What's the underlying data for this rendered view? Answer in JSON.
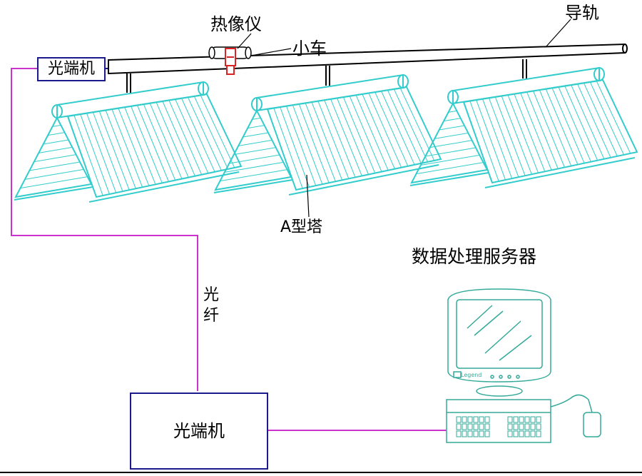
{
  "labels": {
    "thermal_camera": "热像仪",
    "cart": "小车",
    "guide_rail": "导轨",
    "optical_terminal_top": "光端机",
    "a_tower": "A型塔",
    "server": "数据处理服务器",
    "fiber_line1": "光",
    "fiber_line2": "纤",
    "optical_terminal_bottom": "光端机",
    "monitor_brand": "Legend"
  },
  "colors": {
    "panel": "#33cccc",
    "fiber": "#cc33cc",
    "box_border": "#1a1a8c",
    "camera": "#dd2222",
    "computer": "#33aa99"
  },
  "icons": {
    "panel": "solar-collector-icon",
    "camera": "thermal-camera-icon",
    "computer": "server-computer-icon",
    "mouse": "mouse-icon"
  }
}
